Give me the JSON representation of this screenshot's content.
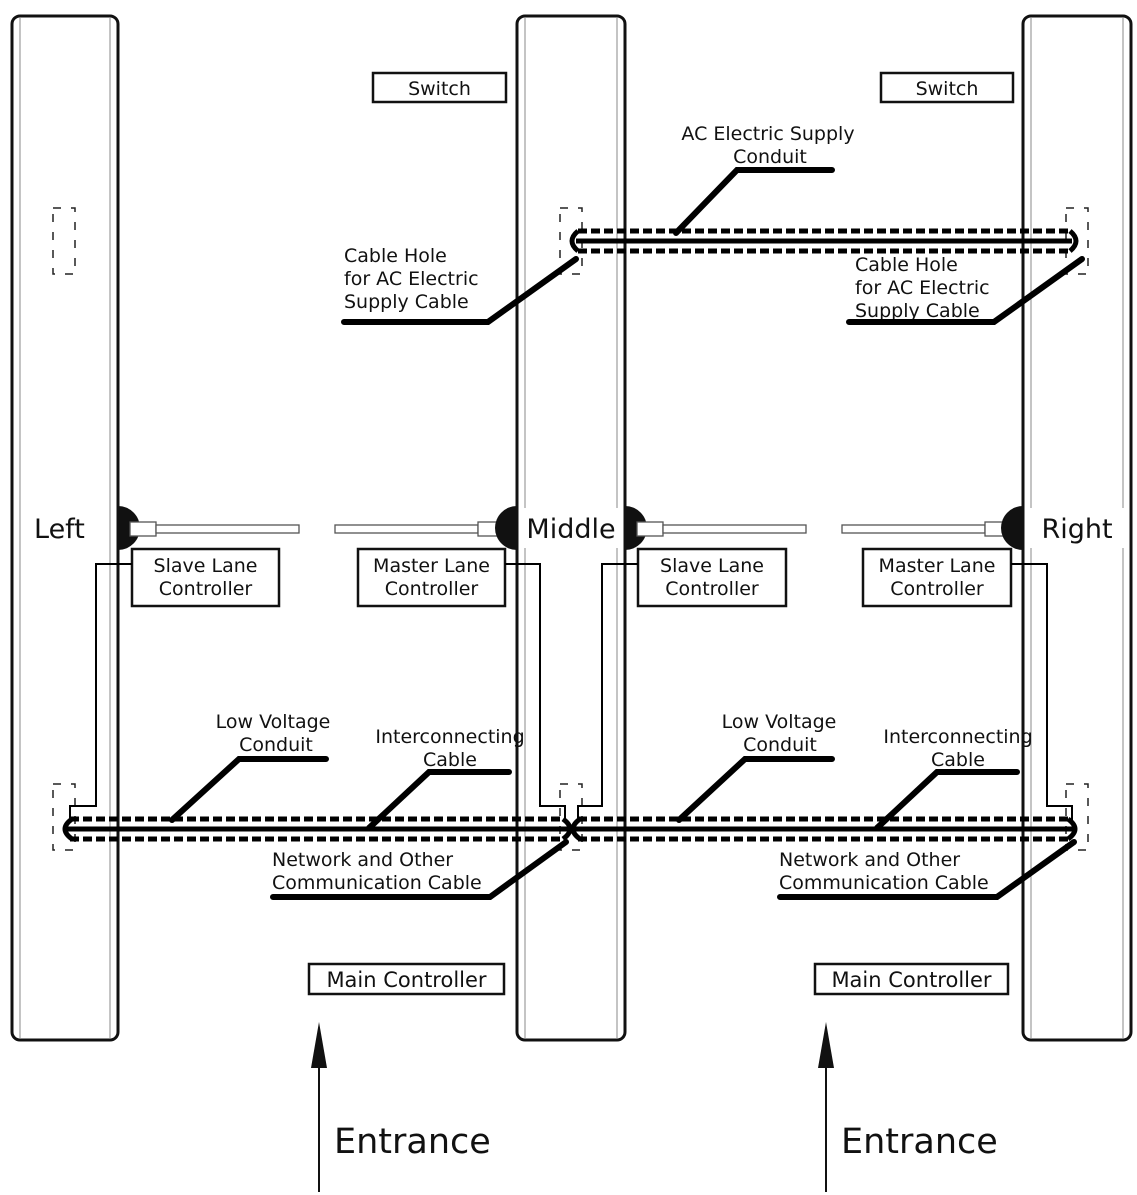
{
  "posts": {
    "left": "Left",
    "middle": "Middle",
    "right": "Right"
  },
  "components": {
    "switch": "Switch",
    "slave_lane_controller": [
      "Slave Lane",
      "Controller"
    ],
    "master_lane_controller": [
      "Master Lane",
      "Controller"
    ],
    "main_controller": "Main Controller"
  },
  "cables": {
    "ac_supply_conduit": [
      "AC Electric Supply",
      "Conduit"
    ],
    "cable_hole_ac": [
      "Cable Hole",
      "for AC Electric",
      "Supply Cable"
    ],
    "low_voltage_conduit": [
      "Low Voltage",
      "Conduit"
    ],
    "interconnecting_cable": [
      "Interconnecting",
      "Cable"
    ],
    "network_cable": [
      "Network and Other",
      "Communication Cable"
    ]
  },
  "entrance": "Entrance"
}
